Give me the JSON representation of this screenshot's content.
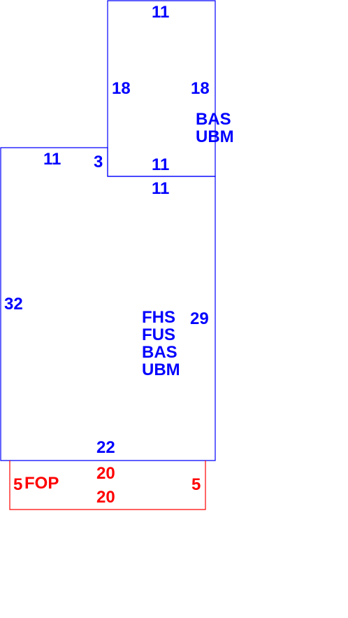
{
  "colors": {
    "main": "#0000ff",
    "porch": "#ff0000",
    "background": "#ffffff"
  },
  "upper_section": {
    "top_dim": "11",
    "left_dim": "18",
    "right_dim": "18",
    "bottom_dim": "11",
    "codes": [
      "BAS",
      "UBM"
    ]
  },
  "main_section": {
    "top_left_dim": "11",
    "notch_dim": "3",
    "top_right_dim": "11",
    "left_dim": "32",
    "right_dim": "29",
    "bottom_dim": "22",
    "codes": [
      "FHS",
      "FUS",
      "BAS",
      "UBM"
    ]
  },
  "porch_section": {
    "top_dim": "20",
    "bottom_dim": "20",
    "left_dim": "5",
    "right_dim": "5",
    "code": "FOP"
  }
}
